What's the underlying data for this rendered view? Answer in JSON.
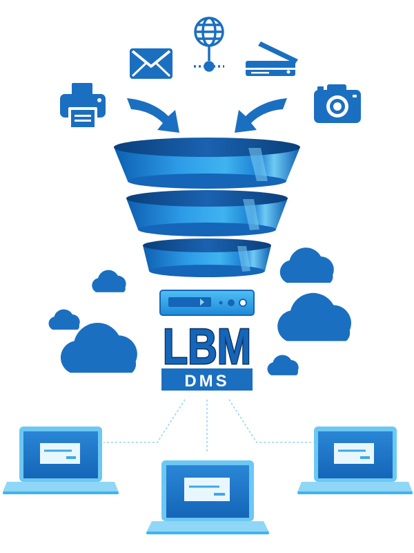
{
  "logo": {
    "wordmark": "LBM",
    "product": "DMS"
  },
  "colors": {
    "primary": "#1b6fc0",
    "light": "#3fb4f0",
    "pale": "#8fd6f7",
    "dark": "#0d4f96",
    "line": "#8fd3f2"
  },
  "inputs": [
    {
      "name": "printer-icon"
    },
    {
      "name": "mail-icon"
    },
    {
      "name": "globe-network-icon"
    },
    {
      "name": "scanner-icon"
    },
    {
      "name": "camera-icon"
    }
  ],
  "clients": [
    {
      "name": "laptop-left"
    },
    {
      "name": "laptop-center"
    },
    {
      "name": "laptop-right"
    }
  ]
}
